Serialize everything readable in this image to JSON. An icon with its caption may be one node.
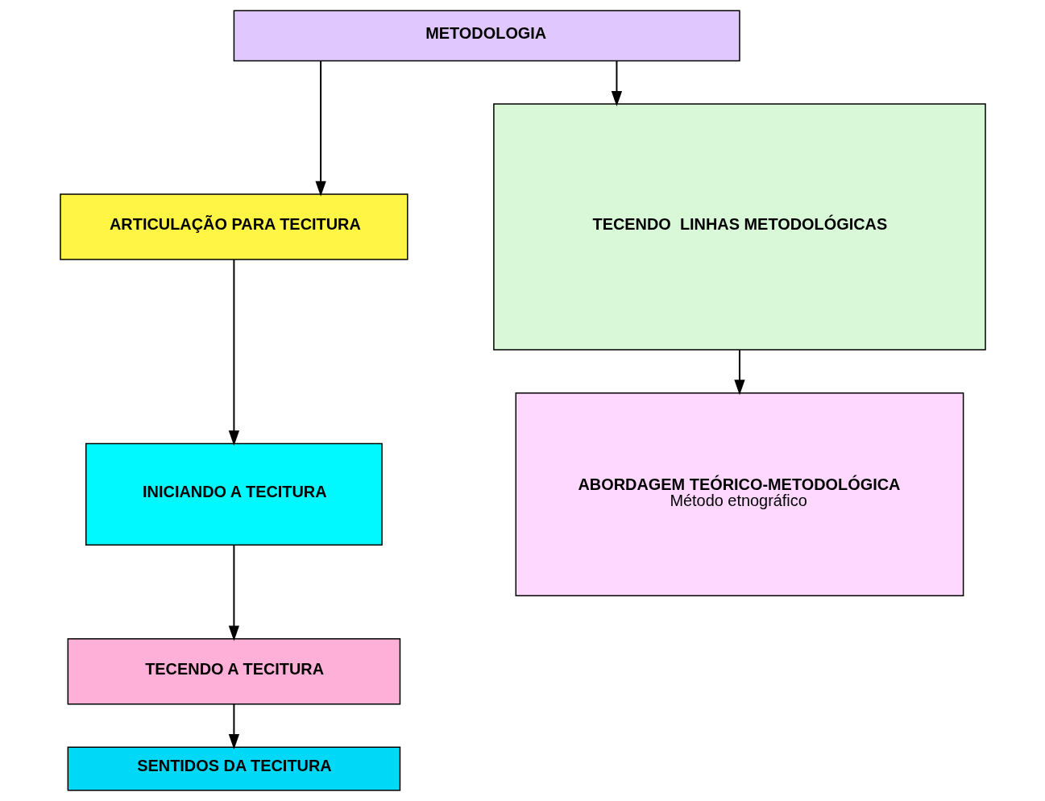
{
  "diagram": {
    "nodes": [
      {
        "text": [
          "METODOLOGIA"
        ]
      },
      {
        "text": [
          "ARTICULAÇÃO PARA TECITURA"
        ]
      },
      {
        "text": [
          "TECENDO  LINHAS METODOLÓGICAS"
        ]
      },
      {
        "text": [
          "INICIANDO A TECITURA"
        ]
      },
      {
        "text": [
          "TECENDO A TECITURA"
        ]
      },
      {
        "text": [
          "SENTIDOS DA TECITURA"
        ]
      },
      {
        "text": [
          "ABORDAGEM TEÓRICO-METODOLÓGICA",
          "Método etnográfico"
        ]
      }
    ],
    "edges": [
      {
        "from": 0,
        "to": 1,
        "arrow": "to"
      },
      {
        "from": 0,
        "to": 2,
        "arrow": "to"
      },
      {
        "from": 1,
        "to": 3,
        "arrow": "to"
      },
      {
        "from": 3,
        "to": 4,
        "arrow": "to"
      },
      {
        "from": 4,
        "to": 5,
        "arrow": "to"
      },
      {
        "from": 2,
        "to": 6,
        "arrow": "to"
      }
    ]
  }
}
